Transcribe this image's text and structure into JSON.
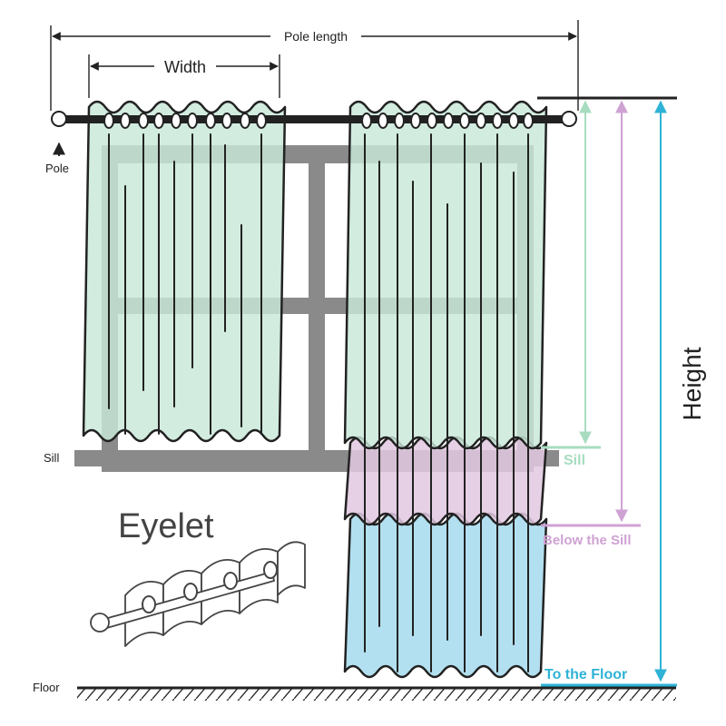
{
  "labels": {
    "pole_length": "Pole length",
    "width": "Width",
    "pole": "Pole",
    "sill_left": "Sill",
    "floor": "Floor",
    "height": "Height",
    "sill": "Sill",
    "below_sill": "Below the Sill",
    "to_floor": "To the Floor",
    "eyelet": "Eyelet"
  },
  "colors": {
    "curtain_green": "#c8e8d8",
    "sill_pink": "#e2c8e0",
    "floor_blue": "#b3e0f0",
    "window_frame": "#8a8a8a",
    "sill_line": "#a8dcc0",
    "below_sill_line": "#cfa2d4",
    "floor_line": "#2eb3d6",
    "outline": "#222222"
  }
}
